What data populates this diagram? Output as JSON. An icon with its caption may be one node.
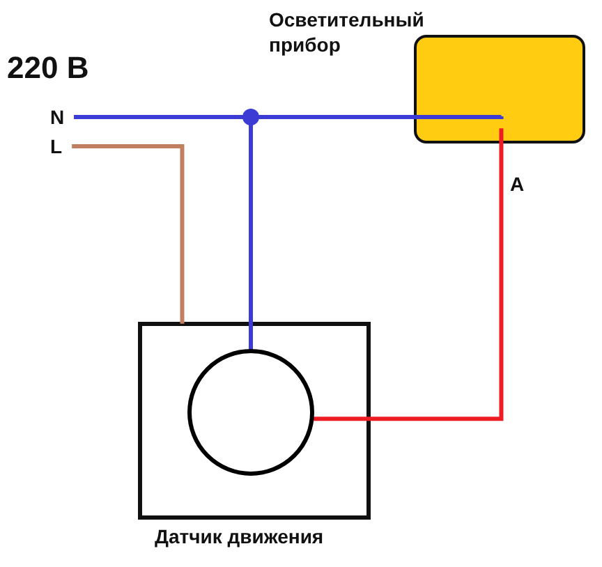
{
  "diagram": {
    "nodes": [
      {
        "text": [
          "Осветительный прибор"
        ]
      },
      {
        "text": [
          "Датчик движения"
        ]
      },
      {
        "text": [],
        "shape": "circle",
        "in": 1
      },
      {
        "text": [
          "N"
        ]
      },
      {
        "text": [
          "L"
        ]
      }
    ],
    "edges": [
      {
        "from": 3,
        "to": 0,
        "arrow": "none",
        "color": "#3c3cd4"
      },
      {
        "from": 3,
        "to": 2,
        "arrow": "none",
        "color": "#3c3cd4"
      },
      {
        "from": 4,
        "to": 1,
        "arrow": "none",
        "color": "#c08060"
      },
      {
        "from": 2,
        "to": 0,
        "arrow": "none",
        "label": "A",
        "color": "#ee1c24"
      }
    ],
    "labels": [
      "220 В"
    ]
  }
}
